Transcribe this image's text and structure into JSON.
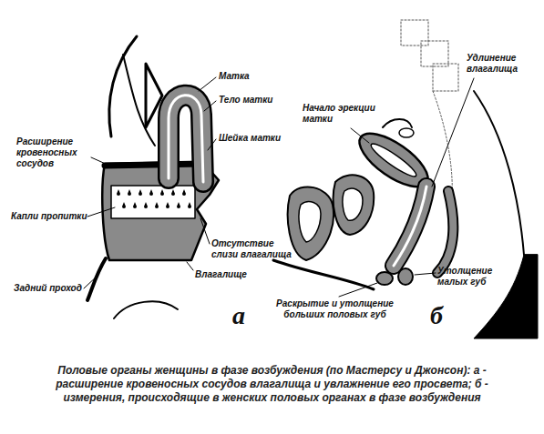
{
  "diagram": {
    "caption": "Половые органы женщины в фазе возбуждения (по Мастерсу и Джонсон): а - расширение кровеносных сосудов влагалища и увлажнение его просвета; б - измерения, происходящие в женских половых органах в фазе возбуждения",
    "labels": [
      "Матка",
      "Тело матки",
      "Шейка матки",
      "Расширение кровеносных сосудов",
      "Капли пропитки",
      "Отсутствие слизи влагалища",
      "Влагалище",
      "Задний проход",
      "а",
      "Начало эрекции матки",
      "Удлинение влагалища",
      "Утолщение малых губ",
      "Раскрытие и утолщение больших половых губ",
      "б"
    ]
  }
}
